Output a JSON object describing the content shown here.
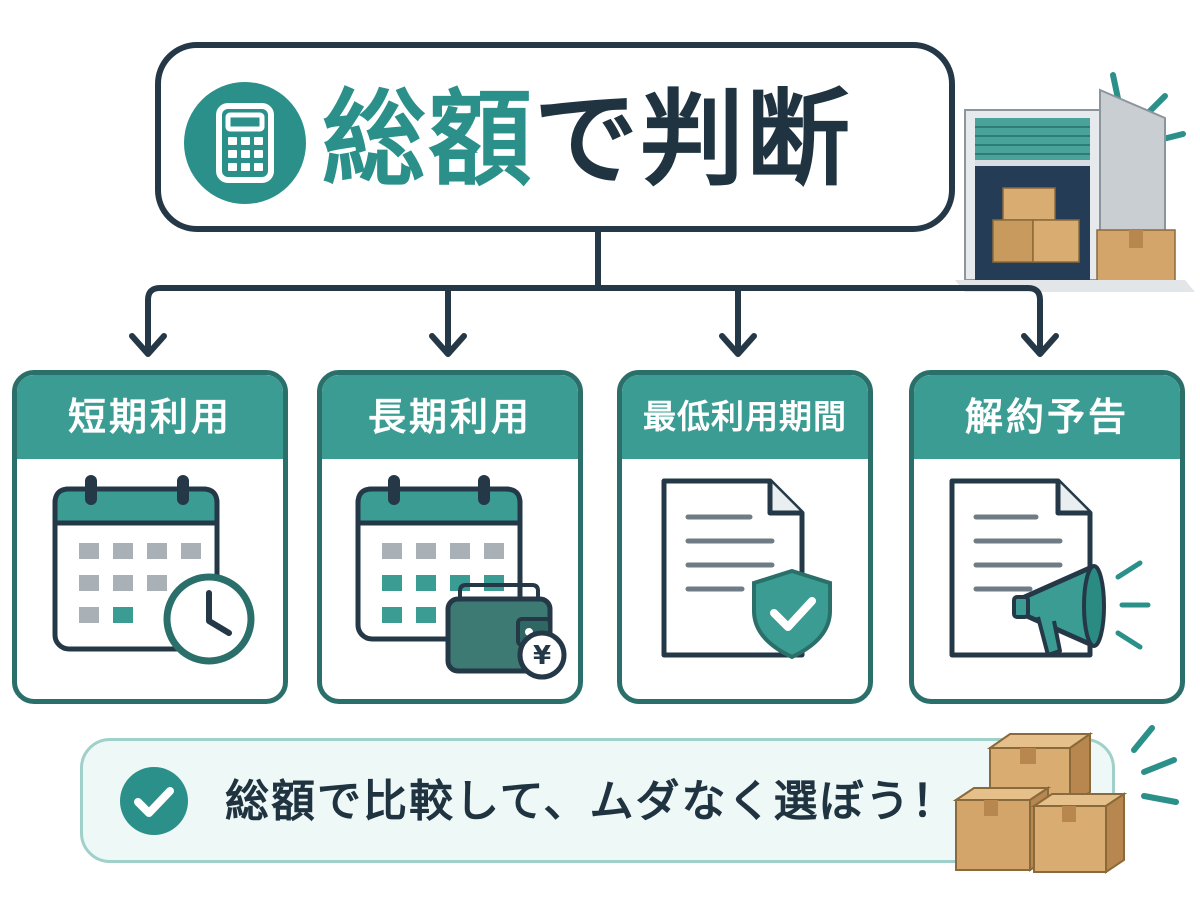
{
  "colors": {
    "teal": "#3a9c92",
    "teal_dark": "#2a6f6a",
    "navy": "#243847",
    "grey": "#a9b0b6",
    "banner_bg": "#eef8f6"
  },
  "title": {
    "accent_text": "総額",
    "rest_text": "で判断",
    "icon": "calculator-icon"
  },
  "cards": [
    {
      "label": "短期利用",
      "icon": "calendar-clock-icon"
    },
    {
      "label": "長期利用",
      "icon": "calendar-wallet-yen-icon"
    },
    {
      "label": "最低利用期間",
      "icon": "document-shield-check-icon"
    },
    {
      "label": "解約予告",
      "icon": "document-megaphone-icon"
    }
  ],
  "banner": {
    "text": "総額で比較して、ムダなく選ぼう！",
    "icon": "check-circle-icon"
  },
  "decor": {
    "storage": "storage-unit-icon",
    "boxes": "cardboard-boxes-icon"
  },
  "wallet": {
    "currency": "¥"
  }
}
